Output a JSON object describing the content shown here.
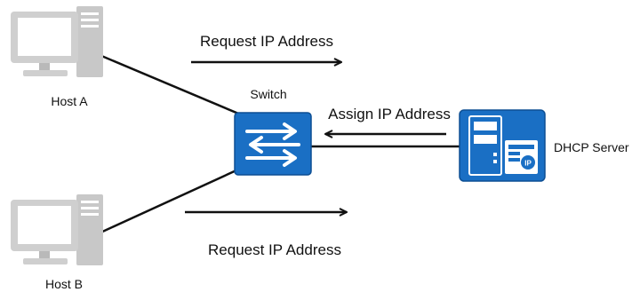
{
  "nodes": {
    "host_a": {
      "label": "Host A",
      "icon": "desktop-computer-icon"
    },
    "host_b": {
      "label": "Host B",
      "icon": "desktop-computer-icon"
    },
    "switch": {
      "label": "Switch",
      "icon": "switch-icon"
    },
    "dhcp_server": {
      "label": "DHCP Server",
      "icon": "server-icon",
      "badge": "IP"
    }
  },
  "messages": {
    "request_top": "Request IP Address",
    "assign": "Assign IP Address",
    "request_bottom": "Request IP Address"
  },
  "colors": {
    "device_gray": "#cfcfcf",
    "device_gray_dark": "#a9a9a9",
    "accent_blue": "#1a6fc4",
    "line": "#111111"
  }
}
